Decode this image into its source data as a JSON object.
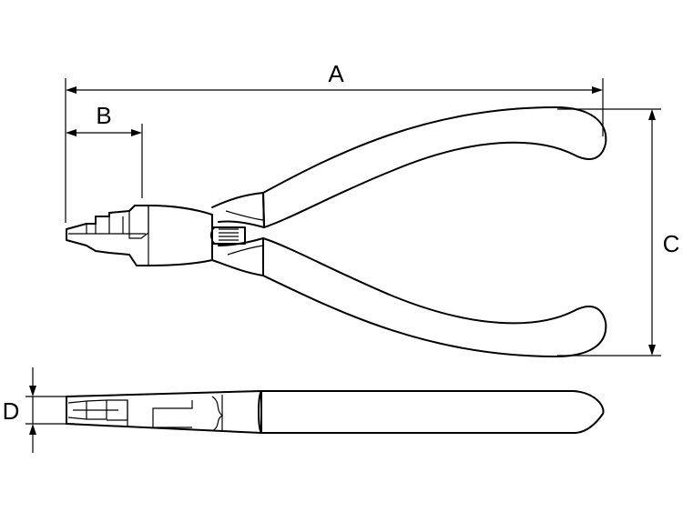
{
  "diagram": {
    "dimensions": {
      "a_label": "A",
      "b_label": "B",
      "c_label": "C",
      "d_label": "D"
    },
    "colors": {
      "line": "#000000",
      "background": "#ffffff"
    }
  }
}
